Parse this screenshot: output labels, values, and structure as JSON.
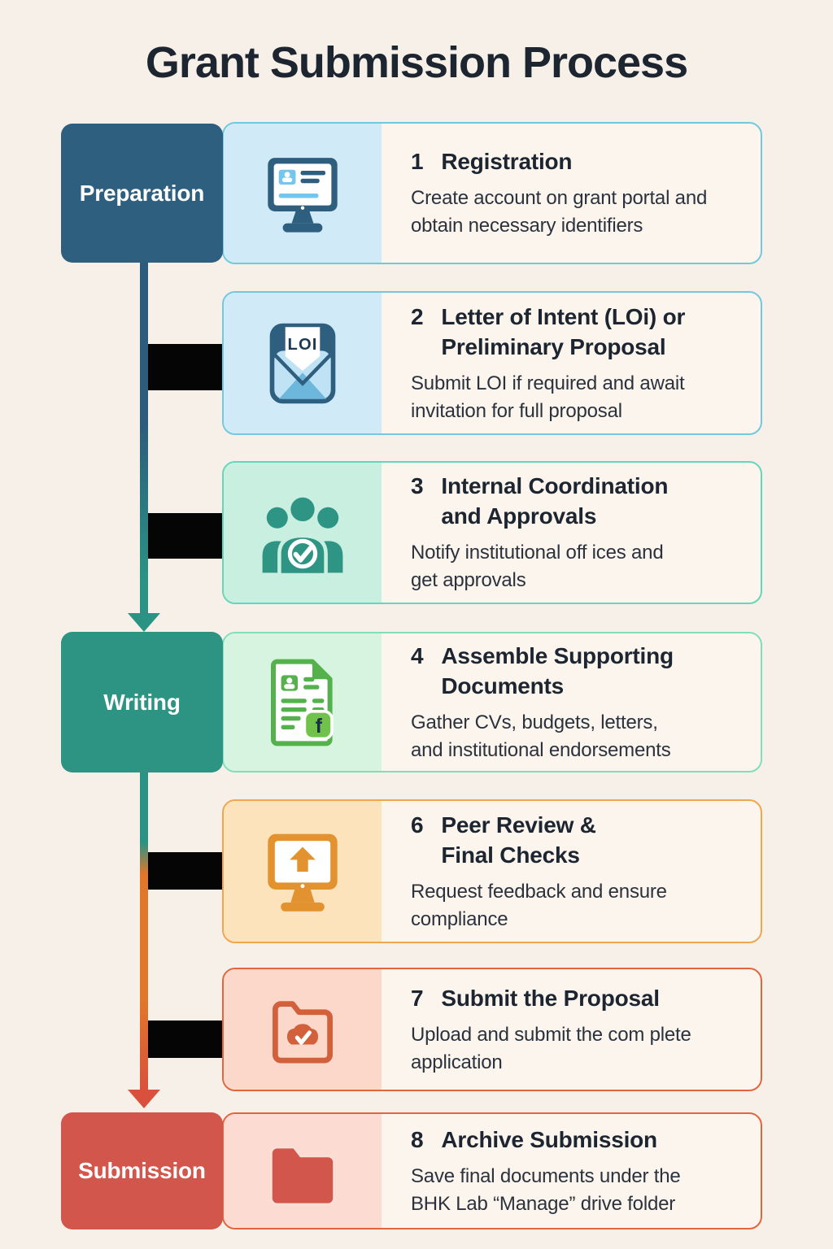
{
  "title": "Grant Submission Process",
  "colors": {
    "background": "#f7f0e9",
    "card_background": "#fbf5ee",
    "heading_text": "#1d2531",
    "body_text": "#2c323d",
    "connector_black": "#050505",
    "flow_blue": "#2c5b7c",
    "flow_teal": "#2a9384",
    "flow_orange": "#e0772a",
    "flow_red": "#d9513c"
  },
  "stages": [
    {
      "label": "Preparation",
      "color": "#2f5f7f"
    },
    {
      "label": "Writing",
      "color": "#2d9383"
    },
    {
      "label": "Submission",
      "color": "#d2564b"
    }
  ],
  "steps": [
    {
      "number": "1",
      "title": "Registration",
      "description": "Create account  on grant portal and\nobtain necessary identifiers",
      "icon": "monitor-id-card-icon",
      "panel_color": "#d0eaf8",
      "border_color": "#72c8df"
    },
    {
      "number": "2",
      "title": "Letter of Intent (LOi) or\nPreliminary Proposal",
      "description": "Submit LOI if required and await\ninvitation for full proposal",
      "icon": "loi-envelope-icon",
      "panel_color": "#d0eaf8",
      "border_color": "#72c8df"
    },
    {
      "number": "3",
      "title": "Internal Coordination\nand Approvals",
      "description": "Notify institutional off ices and\nget approvals",
      "icon": "team-approval-icon",
      "panel_color": "#c9efe0",
      "border_color": "#66d6ba"
    },
    {
      "number": "4",
      "title": "Assemble Supporting\nDocuments",
      "description": "Gather CVs, budgets, letters,\nand institutional endorsements",
      "icon": "cv-document-icon",
      "panel_color": "#d7f4e1",
      "border_color": "#80dfbb"
    },
    {
      "number": "6",
      "title": "Peer Review &\nFinal Checks",
      "description": "Request feedback and ensure\ncompliance",
      "icon": "monitor-upload-icon",
      "panel_color": "#fde3bb",
      "border_color": "#f0a54f"
    },
    {
      "number": "7",
      "title": "Submit the Proposal",
      "description": "Upload and submit the com plete\napplication",
      "icon": "folder-check-icon",
      "panel_color": "#fbd8c9",
      "border_color": "#e2653e"
    },
    {
      "number": "8",
      "title": "Archive Submission",
      "description": "Save final documents under the\nBHK Lab “Manage” drive folder",
      "icon": "folder-icon",
      "panel_color": "#fcdcd2",
      "border_color": "#e2653e"
    }
  ]
}
